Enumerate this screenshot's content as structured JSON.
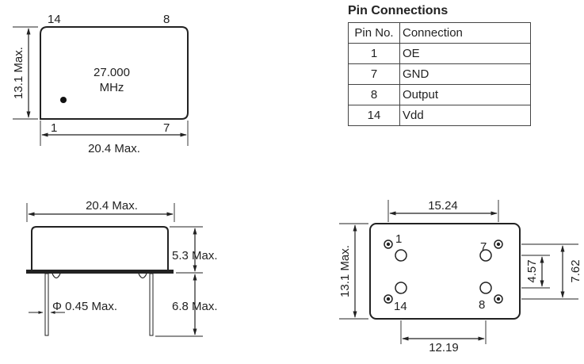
{
  "top_view": {
    "pin_top_left": "14",
    "pin_top_right": "8",
    "pin_bottom_left": "1",
    "pin_bottom_right": "7",
    "freq_line1": "27.000",
    "freq_line2": "MHz",
    "height_dim": "13.1 Max.",
    "width_dim": "20.4 Max."
  },
  "pin_table": {
    "title": "Pin Connections",
    "headers": [
      "Pin No.",
      "Connection"
    ],
    "rows": [
      {
        "pin": "1",
        "connection": "OE"
      },
      {
        "pin": "7",
        "connection": "GND"
      },
      {
        "pin": "8",
        "connection": "Output"
      },
      {
        "pin": "14",
        "connection": "Vdd"
      }
    ]
  },
  "side_view": {
    "width_dim": "20.4 Max.",
    "body_height_dim": "5.3 Max.",
    "lead_length_dim": "6.8 Max.",
    "lead_diameter_dim": "Φ 0.45 Max."
  },
  "bottom_view": {
    "pin_spacing_top": "15.24",
    "pin_spacing_bottom": "12.19",
    "height_dim": "13.1 Max.",
    "row_spacing_inner": "4.57",
    "row_spacing_outer": "7.62",
    "pin_1": "1",
    "pin_7": "7",
    "pin_14": "14",
    "pin_8": "8"
  }
}
